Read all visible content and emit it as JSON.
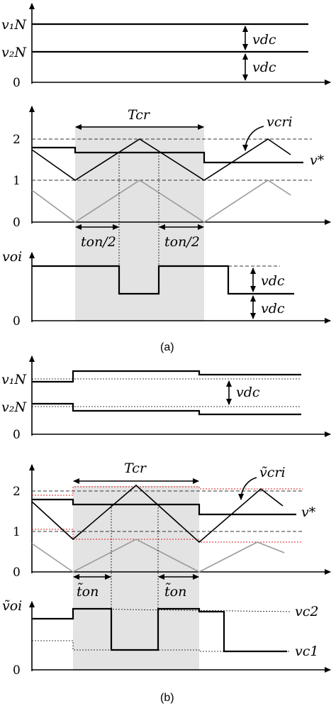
{
  "panel_a": {
    "caption": "(a)",
    "top": {
      "v1_label": "v₁N",
      "v2_label": "v₂N",
      "zero": "0",
      "vdc_1": "vdc",
      "vdc_2": "vdc"
    },
    "carrier": {
      "t_label": "Tcr",
      "cri_label": "vcri",
      "ref_label": "v*",
      "tick_2": "2",
      "tick_1": "1",
      "tick_0": "0",
      "ton_left": "ton/2",
      "ton_right": "ton/2"
    },
    "output": {
      "v_label": "voi",
      "zero": "0",
      "vdc_1": "vdc",
      "vdc_2": "vdc"
    }
  },
  "panel_b": {
    "caption": "(b)",
    "top": {
      "v1_label": "v₁N",
      "v2_label": "v₂N",
      "zero": "0",
      "vdc": "vdc"
    },
    "carrier": {
      "t_label": "Tcr",
      "cri_label": "ṽcri",
      "ref_label": "v*",
      "tick_2": "2",
      "tick_1": "1",
      "tick_0": "0",
      "ton_left": "t̃on",
      "ton_right": "t̃on"
    },
    "output": {
      "v_label": "ṽoi",
      "zero": "0",
      "vc2": "vc2",
      "vc1": "vc1"
    }
  },
  "colors": {
    "line": "#000000",
    "grey_carrier": "#9a9a9a",
    "shade": "#e3e3e3",
    "red_limit": "#e02020"
  }
}
